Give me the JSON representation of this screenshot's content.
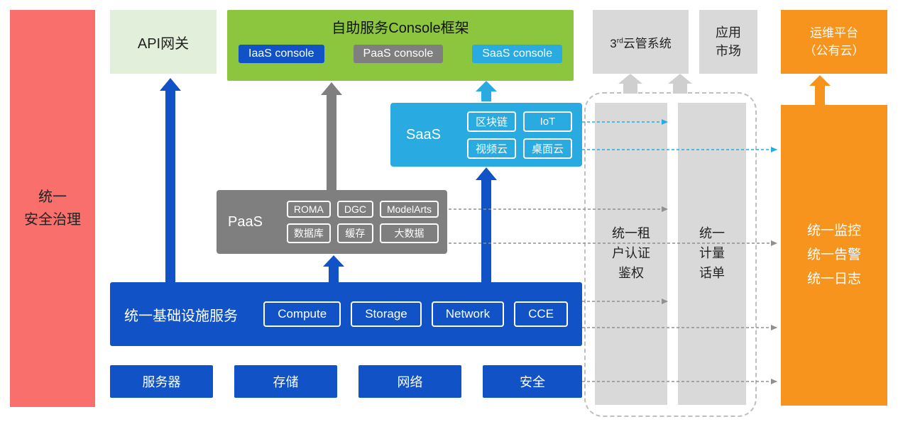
{
  "colors": {
    "red": "#F96F6C",
    "api_green": "#E2EFDA",
    "green": "#8CC63F",
    "blue": "#1153C6",
    "gray": "#7F7F7F",
    "light_gray": "#D9D9D9",
    "arrow_light_gray": "#CFCFCF",
    "cyan": "#29ABE2",
    "orange": "#F7941E",
    "dash_border": "#BFBFBF",
    "dash_line_gray": "#909090"
  },
  "security_bar": {
    "label": "统一\n安全治理"
  },
  "api_gateway": {
    "label": "API网关"
  },
  "console_frame": {
    "title": "自助服务Console框架",
    "consoles": [
      {
        "label": "IaaS console"
      },
      {
        "label": "PaaS console"
      },
      {
        "label": "SaaS console"
      }
    ]
  },
  "third_party_cloud": {
    "pre": "3",
    "sup": "rd",
    "post": "云管系统"
  },
  "app_market": {
    "label": "应用\n市场"
  },
  "ops_platform": {
    "label": "运维平台\n（公有云）"
  },
  "saas": {
    "label": "SaaS",
    "chips": [
      "区块链",
      "IoT",
      "视频云",
      "桌面云"
    ]
  },
  "paas": {
    "label": "PaaS",
    "chips": [
      "ROMA",
      "DGC",
      "ModelArts",
      "数据库",
      "缓存",
      "大数据"
    ]
  },
  "infra": {
    "label": "统一基础设施服务",
    "chips": [
      "Compute",
      "Storage",
      "Network",
      "CCE"
    ]
  },
  "hardware": [
    "服务器",
    "存储",
    "网络",
    "安全"
  ],
  "auth_bar": {
    "label": "统一租\n户认证\n鉴权"
  },
  "metering_bar": {
    "label": "统一\n计量\n话单"
  },
  "monitor_bar": {
    "label": "统一监控\n统一告警\n统一日志"
  }
}
